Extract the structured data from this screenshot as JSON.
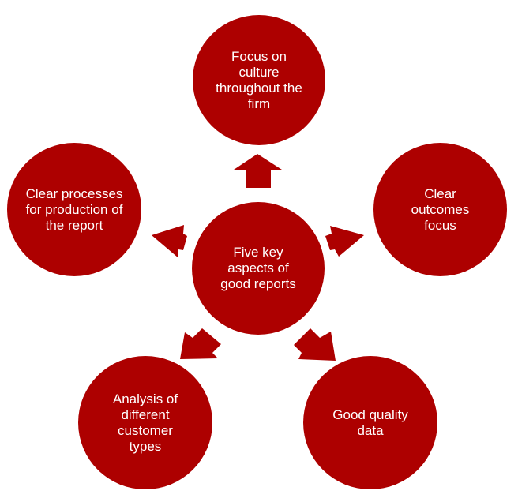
{
  "colors": {
    "fill": "#ad0000",
    "text": "#ffffff"
  },
  "center": {
    "label": "Five key aspects of good reports"
  },
  "nodes": [
    {
      "label": "Focus on culture throughout the firm"
    },
    {
      "label": "Clear outcomes focus"
    },
    {
      "label": "Good quality data"
    },
    {
      "label": "Analysis of different customer types"
    },
    {
      "label": "Clear processes for production of the report"
    }
  ]
}
